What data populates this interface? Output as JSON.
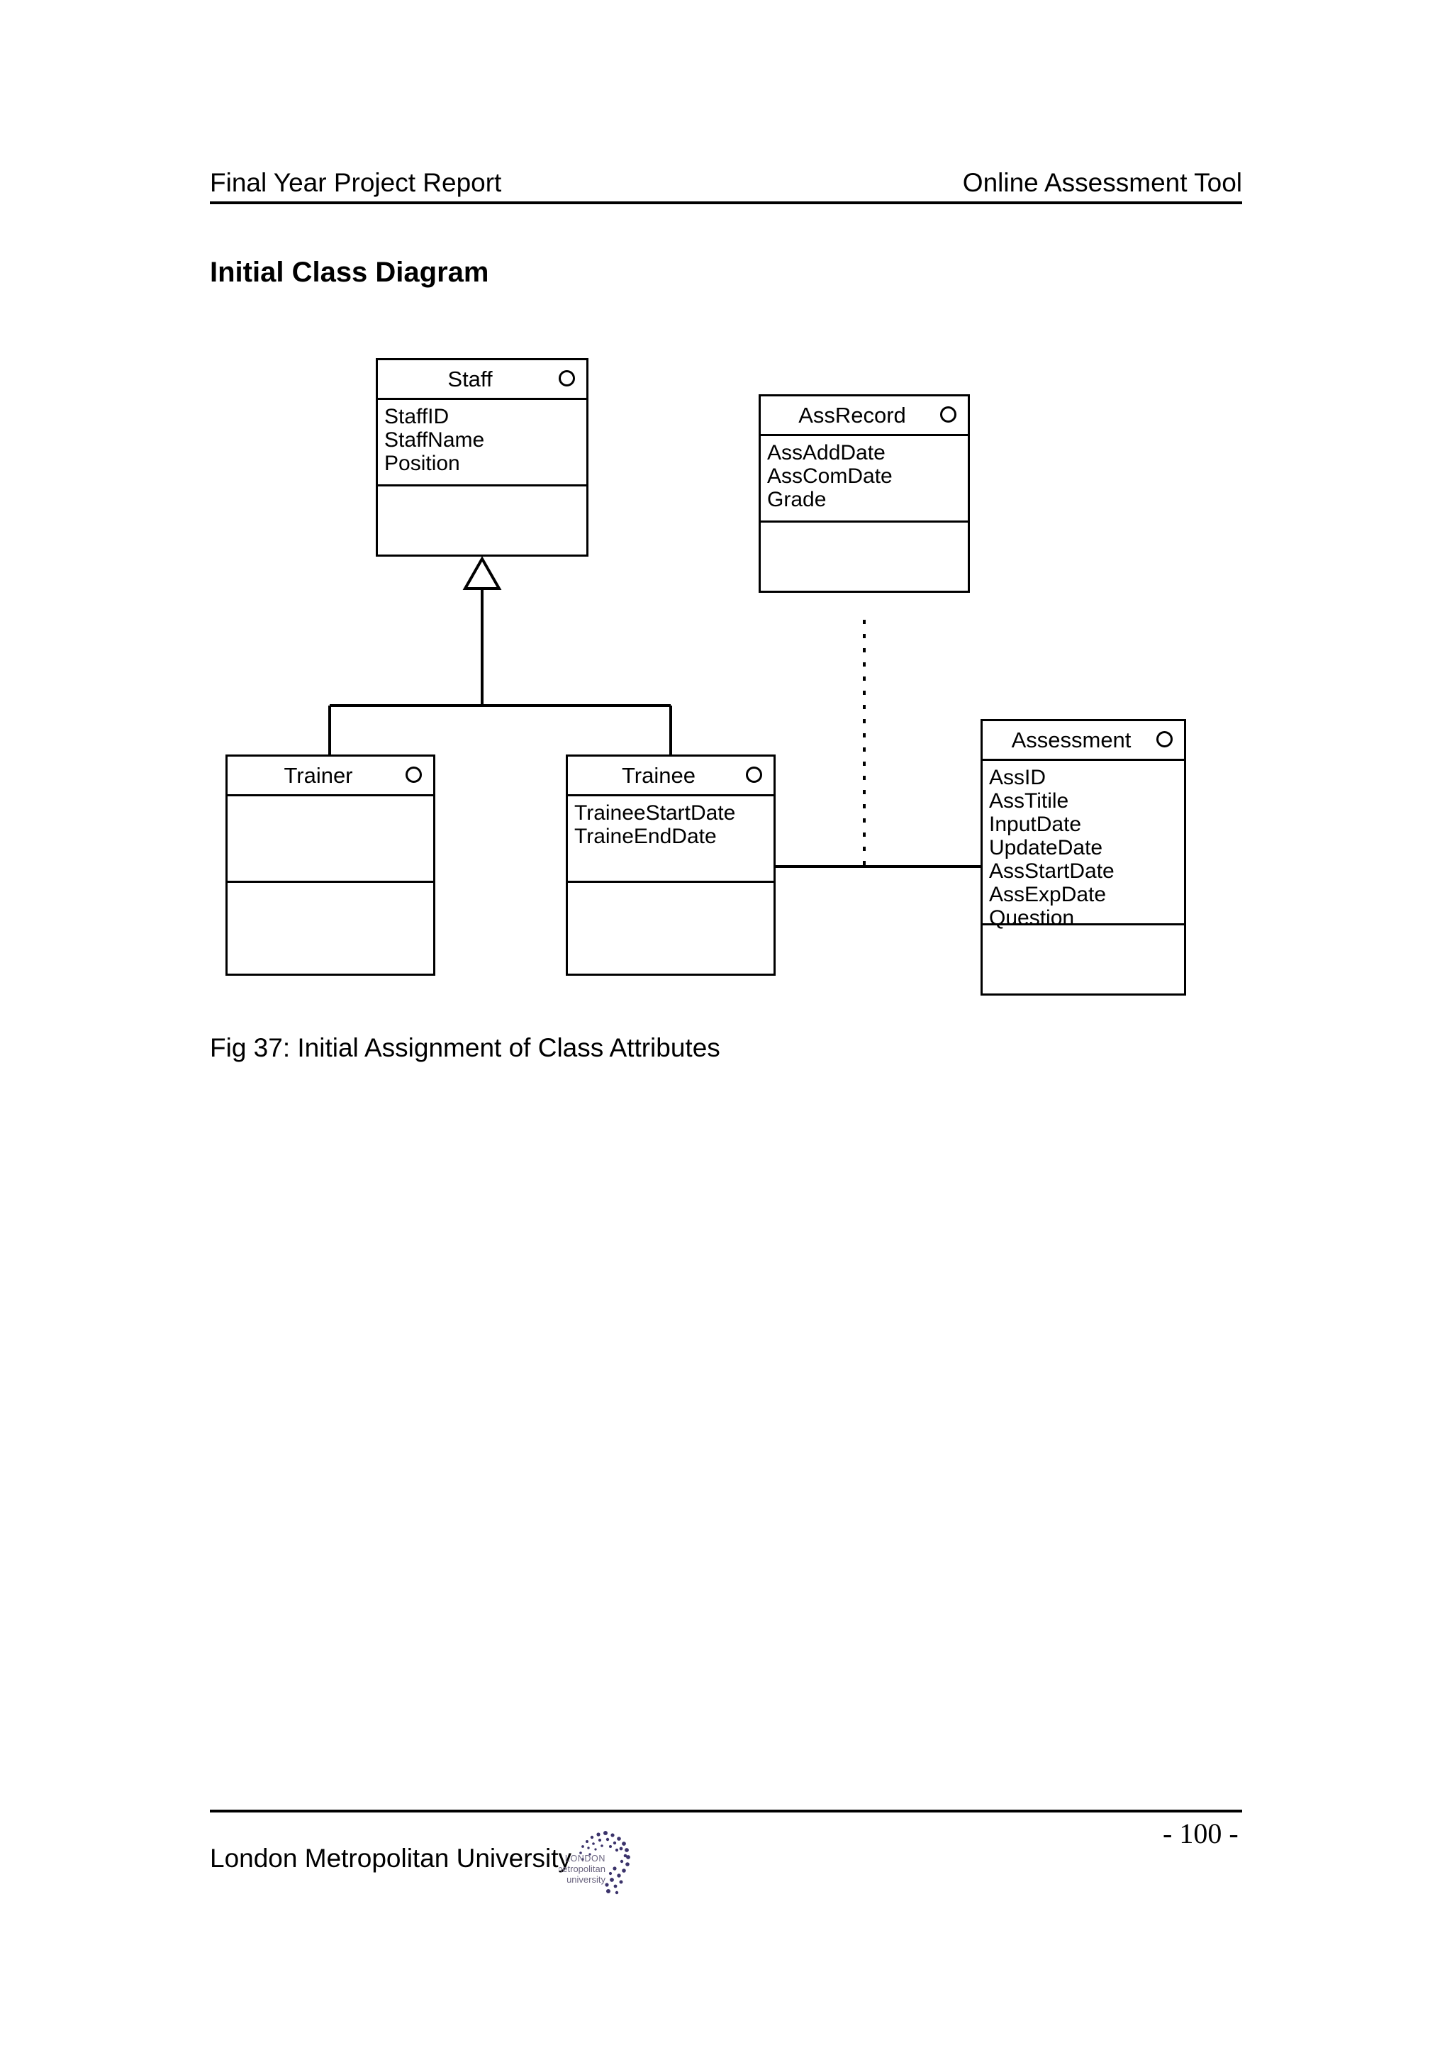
{
  "header": {
    "left_text": "Final Year Project Report",
    "right_text": "Online Assessment Tool"
  },
  "section": {
    "title": "Initial Class Diagram"
  },
  "figure": {
    "caption": "Fig 37: Initial Assignment of Class Attributes"
  },
  "footer": {
    "university": "London Metropolitan University",
    "page_number": "- 100 -",
    "logo": {
      "line1": "LONDON",
      "line2": "metropolitan",
      "line3": "university",
      "dot_color": "#3b336b",
      "text_color": "#6b6580"
    }
  },
  "diagram": {
    "type": "uml-class-diagram",
    "classes": [
      {
        "id": "staff",
        "name": "Staff",
        "marker": "circle-icon",
        "attributes": [
          "StaffID",
          "StaffName",
          "Position"
        ],
        "operations": []
      },
      {
        "id": "assrecord",
        "name": "AssRecord",
        "marker": "circle-icon",
        "attributes": [
          "AssAddDate",
          "AssComDate",
          "Grade"
        ],
        "operations": []
      },
      {
        "id": "trainer",
        "name": "Trainer",
        "marker": "circle-icon",
        "attributes": [],
        "operations": []
      },
      {
        "id": "trainee",
        "name": "Trainee",
        "marker": "circle-icon",
        "attributes": [
          "TraineeStartDate",
          "TraineEndDate"
        ],
        "operations": []
      },
      {
        "id": "assessment",
        "name": "Assessment",
        "marker": "circle-icon",
        "attributes": [
          "AssID",
          "AssTitile",
          "InputDate",
          "UpdateDate",
          "AssStartDate",
          "AssExpDate",
          "Question"
        ],
        "operations": []
      }
    ],
    "relationships": [
      {
        "kind": "generalization",
        "from": "trainer",
        "to": "staff"
      },
      {
        "kind": "generalization",
        "from": "trainee",
        "to": "staff"
      },
      {
        "kind": "association",
        "from": "trainee",
        "to": "assessment"
      },
      {
        "kind": "association-class-link",
        "from": "assrecord",
        "to": "trainee-assessment-association"
      }
    ]
  }
}
